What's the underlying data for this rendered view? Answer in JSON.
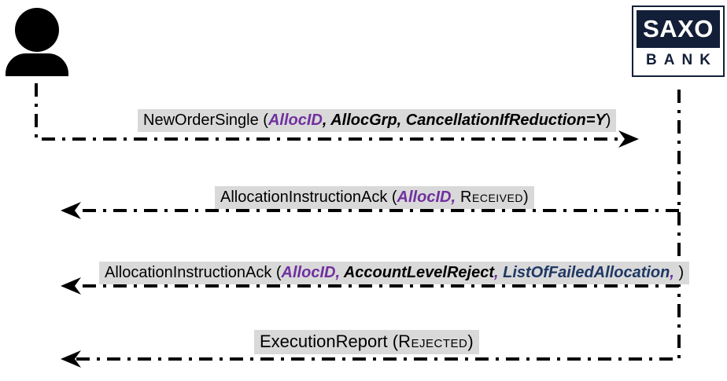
{
  "diagram": {
    "type": "sequence",
    "actors": {
      "client": {
        "id": "client",
        "icon": "person-icon"
      },
      "bank": {
        "id": "saxo-bank",
        "logo_top": "SAXO",
        "logo_bottom": "BANK"
      }
    },
    "colors": {
      "label_bg": "#d9d9d9",
      "field_purple": "#7030a0",
      "field_navy": "#1f3864",
      "saxo_navy": "#131f38",
      "line": "#000000"
    },
    "line_style": "dash-dot",
    "messages": [
      {
        "direction": "client-to-bank",
        "segments": [
          {
            "text": "NewOrderSingle (",
            "style": "plain"
          },
          {
            "text": "AllocID",
            "style": "purple-bold-italic"
          },
          {
            "text": ", AllocGrp, CancellationIfReduction=Y",
            "style": "black-bold-italic"
          },
          {
            "text": ")",
            "style": "plain"
          }
        ]
      },
      {
        "direction": "bank-to-client",
        "segments": [
          {
            "text": "AllocationInstructionAck (",
            "style": "plain"
          },
          {
            "text": "AllocID,",
            "style": "purple-bold-italic"
          },
          {
            "text": " Received",
            "style": "small-caps"
          },
          {
            "text": ")",
            "style": "plain"
          }
        ]
      },
      {
        "direction": "bank-to-client",
        "segments": [
          {
            "text": "AllocationInstructionAck (",
            "style": "plain"
          },
          {
            "text": "AllocID,",
            "style": "purple-bold-italic"
          },
          {
            "text": " AccountLevelReject",
            "style": "black-bold-italic"
          },
          {
            "text": ",",
            "style": "purple-bold-italic"
          },
          {
            "text": " ListOfFailedAllocation",
            "style": "navy-bold-italic"
          },
          {
            "text": ",",
            "style": "purple-bold-italic"
          },
          {
            "text": " )",
            "style": "plain"
          }
        ]
      },
      {
        "direction": "bank-to-client",
        "segments": [
          {
            "text": "ExecutionReport (",
            "style": "plain"
          },
          {
            "text": "Rejected",
            "style": "small-caps"
          },
          {
            "text": ")",
            "style": "plain"
          }
        ]
      }
    ]
  }
}
